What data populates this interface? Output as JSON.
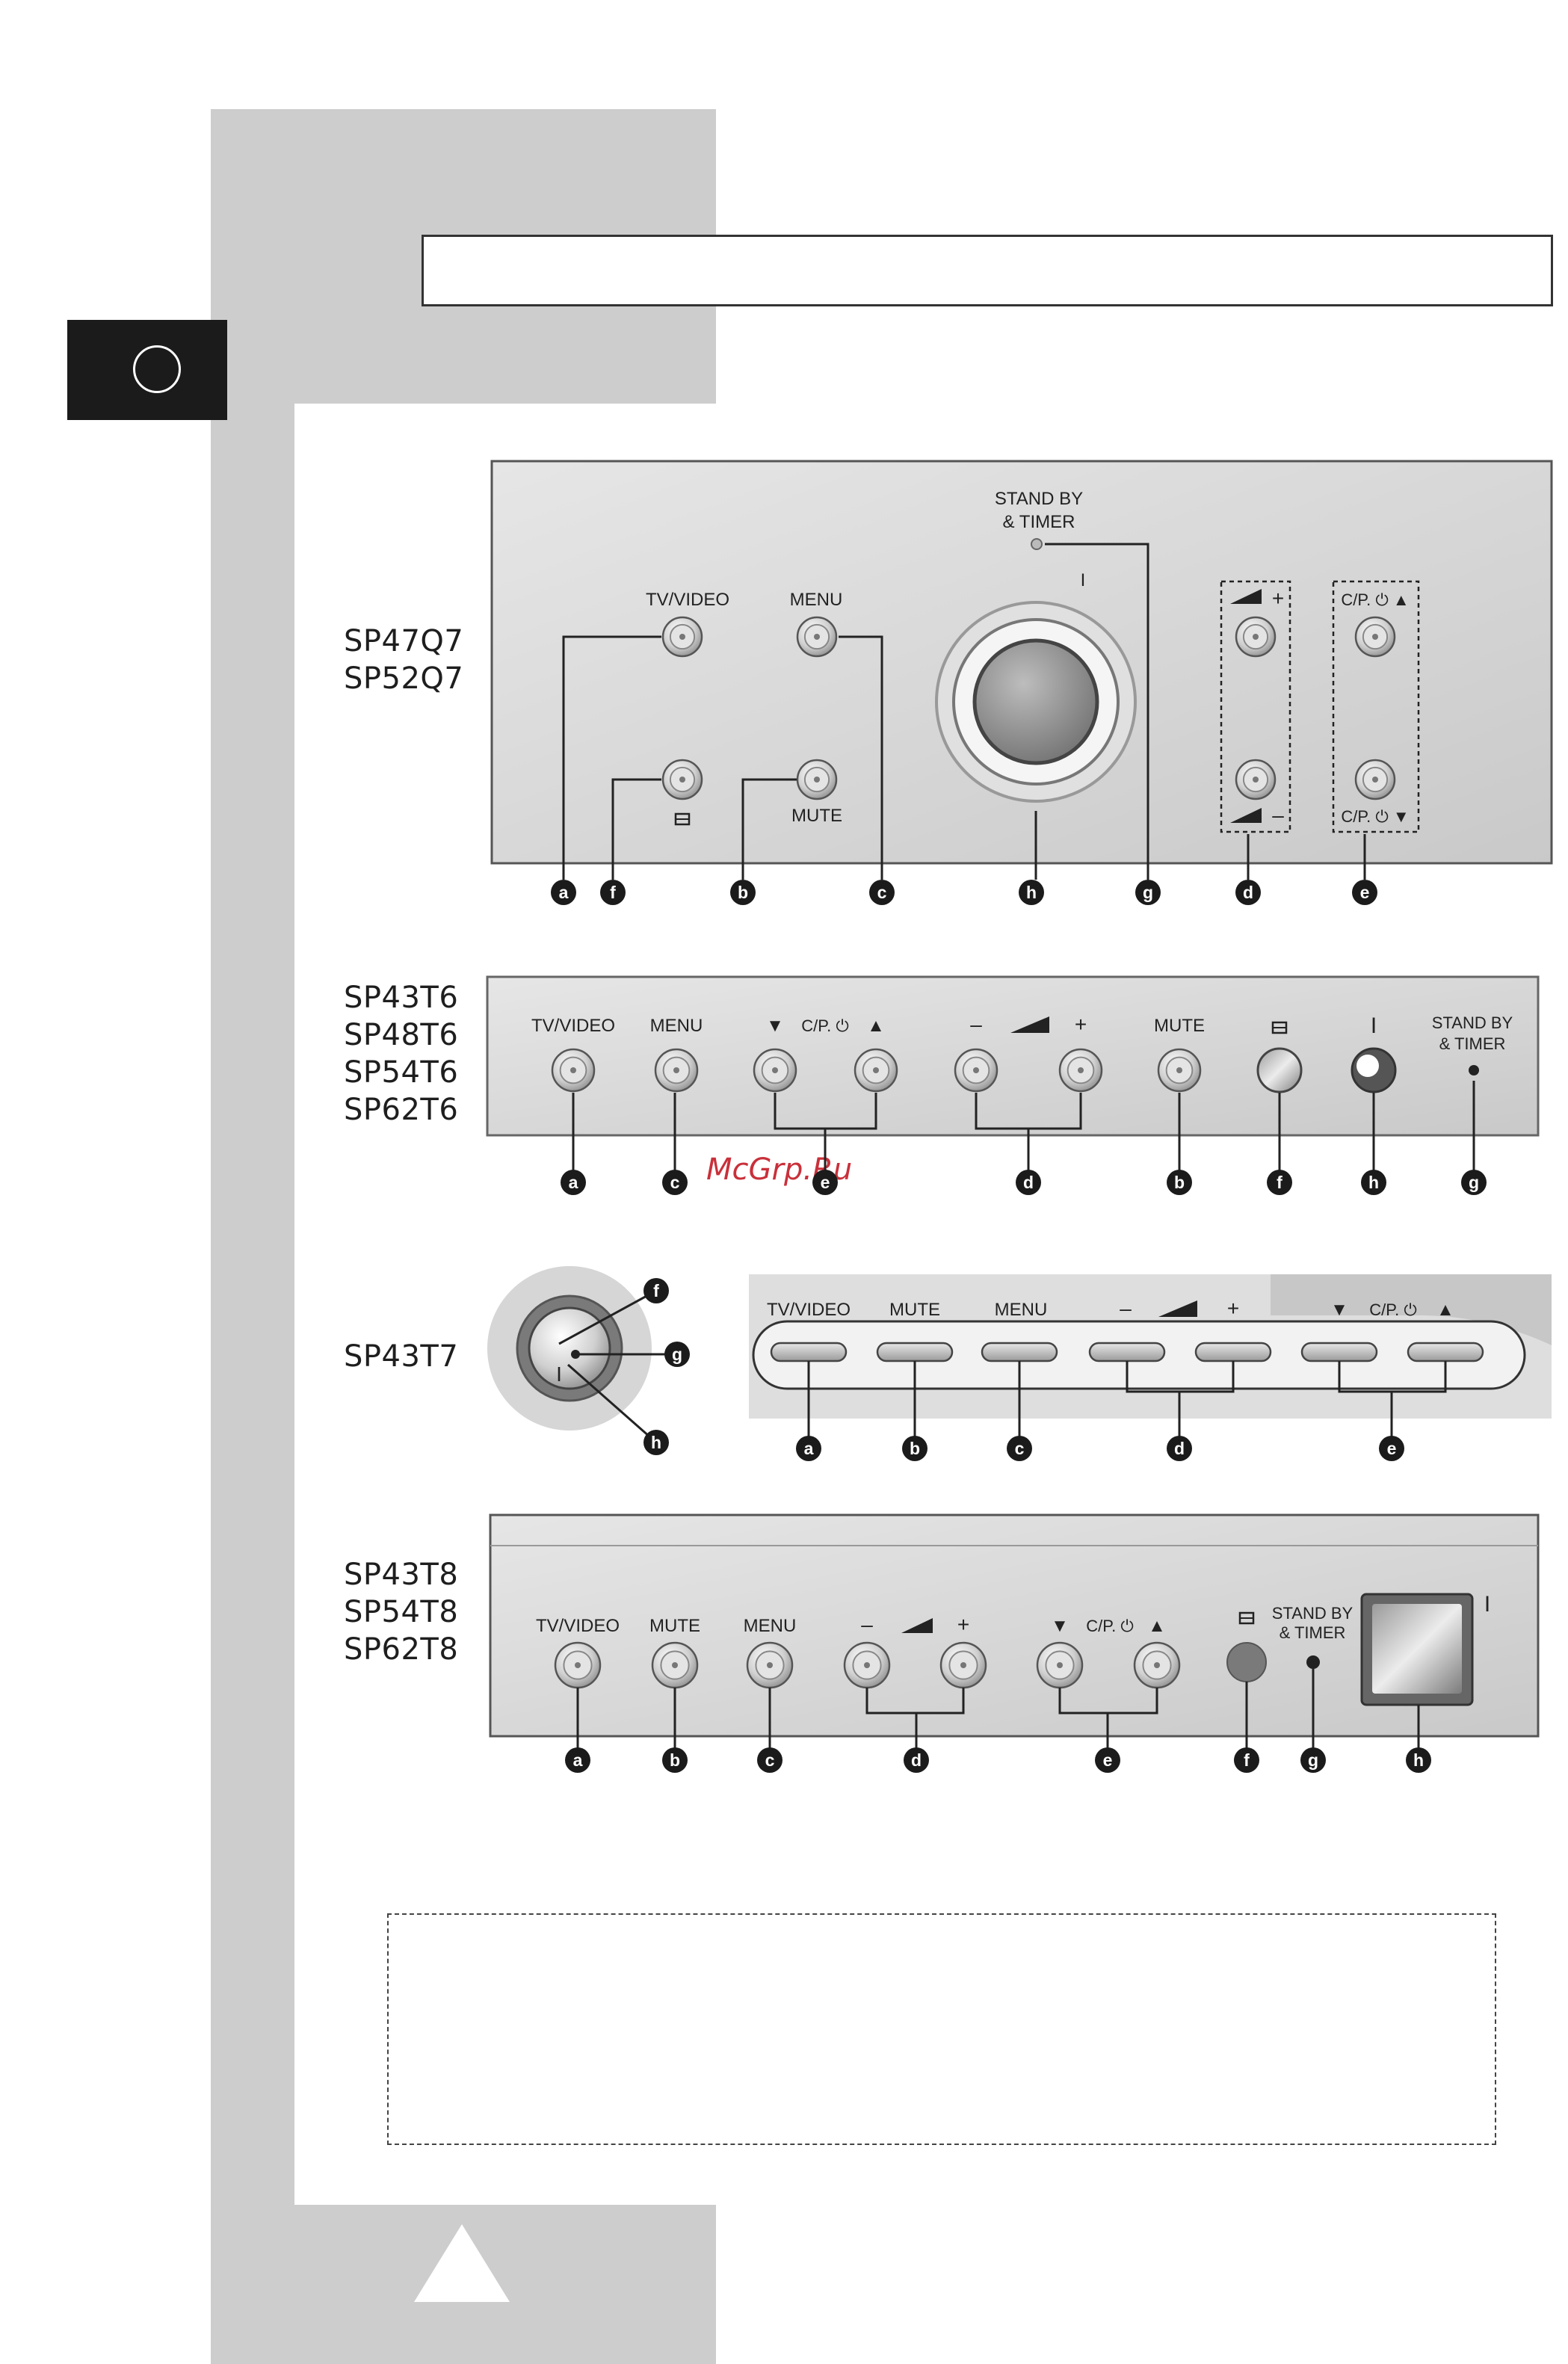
{
  "page": {
    "watermark": "McGrp.Ru"
  },
  "colors": {
    "sidebar": "#cdcdcd",
    "panel": "#d8d8d8",
    "callout": "#1b1b1b",
    "tab": "#1b1b1b"
  },
  "icons": {
    "chapter_tab": "circle-icon",
    "footer": "up-triangle-icon"
  },
  "panels": [
    {
      "models": [
        "SP47Q7",
        "SP52Q7"
      ],
      "labels": {
        "tv_video": "TV/VIDEO",
        "menu": "MENU",
        "mute": "MUTE",
        "standby": "STAND BY",
        "timer": "& TIMER",
        "vol_up": "+",
        "vol_down": "–",
        "ch_up": "C/P. ⏻ ▲",
        "ch_down": "C/P. ⏻ ▼",
        "power": "I"
      },
      "callouts": [
        "a",
        "f",
        "b",
        "c",
        "h",
        "g",
        "d",
        "e"
      ]
    },
    {
      "models": [
        "SP43T6",
        "SP48T6",
        "SP54T6",
        "SP62T6"
      ],
      "labels": {
        "tv_video": "TV/VIDEO",
        "menu": "MENU",
        "down": "▼",
        "cp": "C/P. ⏻",
        "up": "▲",
        "minus": "–",
        "plus": "+",
        "mute": "MUTE",
        "power": "I",
        "standby": "STAND BY",
        "timer": "& TIMER"
      },
      "callouts": [
        "a",
        "c",
        "e",
        "d",
        "b",
        "f",
        "h",
        "g"
      ]
    },
    {
      "models": [
        "SP43T7"
      ],
      "labels": {
        "tv_video": "TV/VIDEO",
        "mute": "MUTE",
        "menu": "MENU",
        "minus": "–",
        "plus": "+",
        "down": "▼",
        "cp": "C/P. ⏻",
        "up": "▲",
        "power": "I"
      },
      "callouts": [
        "a",
        "b",
        "c",
        "d",
        "e",
        "f",
        "g",
        "h"
      ]
    },
    {
      "models": [
        "SP43T8",
        "SP54T8",
        "SP62T8"
      ],
      "labels": {
        "tv_video": "TV/VIDEO",
        "mute": "MUTE",
        "menu": "MENU",
        "minus": "–",
        "plus": "+",
        "down": "▼",
        "cp": "C/P. ⏻",
        "up": "▲",
        "standby": "STAND BY",
        "timer": "& TIMER",
        "power": "I"
      },
      "callouts": [
        "a",
        "b",
        "c",
        "d",
        "e",
        "f",
        "g",
        "h"
      ]
    }
  ]
}
